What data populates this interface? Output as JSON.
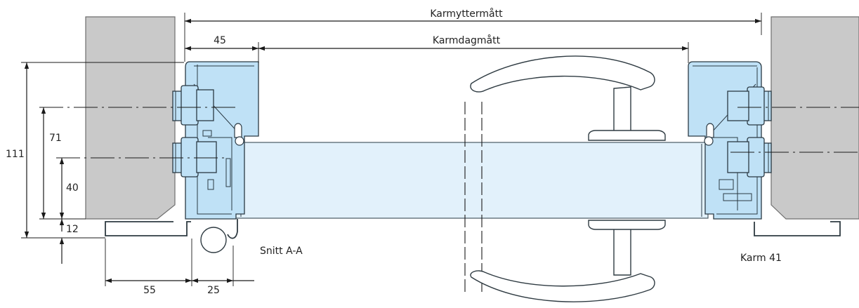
{
  "labels": {
    "karmyttermatt": "Karmyttermått",
    "karmdagmatt": "Karmdagmått",
    "snitt": "Snitt A-A",
    "karm": "Karm 41"
  },
  "dimensions": {
    "d45": "45",
    "d111": "111",
    "d71": "71",
    "d40": "40",
    "d12": "12",
    "d55": "55",
    "d25": "25"
  },
  "colors": {
    "profile_fill": "#bfe1f6",
    "leaf_fill": "#e2f1fb",
    "wall_fill": "#c9c9c9"
  }
}
